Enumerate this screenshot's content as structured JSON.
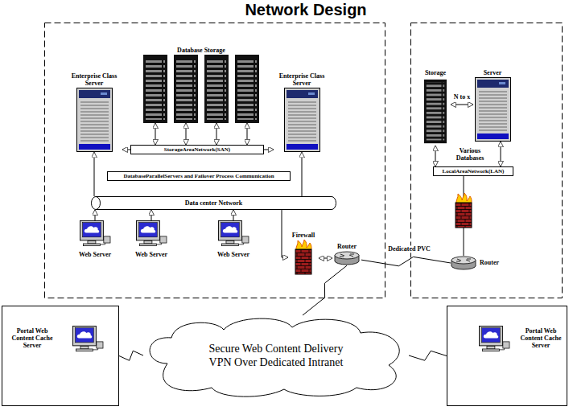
{
  "diagram": {
    "title": "Network Design",
    "nodes": [
      {
        "text": [
          "Enterprise Class Server"
        ]
      },
      {
        "text": [
          "Database Storage"
        ]
      },
      {
        "text": [
          "Enterprise Class Server"
        ]
      },
      {
        "text": [
          "StorageAreaNetwork(SAN)"
        ]
      },
      {
        "text": [
          "DatabaseParallelServers and Failover Process Communication"
        ]
      },
      {
        "text": [
          "Data center Network"
        ]
      },
      {
        "text": [
          "Web Server"
        ]
      },
      {
        "text": [
          "Web Server"
        ]
      },
      {
        "text": [
          "Web Server"
        ]
      },
      {
        "text": [
          "Firewall"
        ]
      },
      {
        "text": [
          "Router"
        ]
      },
      {
        "text": [
          "Storage"
        ]
      },
      {
        "text": [
          "Server"
        ]
      },
      {
        "text": [
          "LocalAreaNetwork(LAN)"
        ]
      },
      {
        "text": [
          "Router"
        ]
      },
      {
        "text": [
          "Secure Web Content Delivery",
          "VPN Over Dedicated Intranet"
        ]
      },
      {
        "text": [
          "Portal Web Content Cache Server"
        ]
      },
      {
        "text": [
          "Portal Web Content Cache Server"
        ]
      }
    ],
    "edges": [
      {
        "from": 1,
        "to": 3,
        "arrow": "both"
      },
      {
        "from": 1,
        "to": 3,
        "arrow": "both"
      },
      {
        "from": 1,
        "to": 3,
        "arrow": "both"
      },
      {
        "from": 1,
        "to": 3,
        "arrow": "both"
      },
      {
        "from": 3,
        "to": 0,
        "arrow": "to"
      },
      {
        "from": 3,
        "to": 2,
        "arrow": "to"
      },
      {
        "from": 5,
        "to": 0,
        "arrow": "to"
      },
      {
        "from": 5,
        "to": 2,
        "arrow": "to"
      },
      {
        "from": 6,
        "to": 5,
        "arrow": "to"
      },
      {
        "from": 7,
        "to": 5,
        "arrow": "to"
      },
      {
        "from": 8,
        "to": 5,
        "arrow": "to"
      },
      {
        "from": 5,
        "to": 9,
        "arrow": "to"
      },
      {
        "from": 9,
        "to": 10,
        "arrow": "both"
      },
      {
        "from": 10,
        "to": 14,
        "label": "Dedicated PVC",
        "arrow": "none"
      },
      {
        "from": 10,
        "to": 15,
        "arrow": "none"
      },
      {
        "from": 16,
        "to": 15,
        "arrow": "none"
      },
      {
        "from": 17,
        "to": 15,
        "arrow": "none"
      },
      {
        "from": 11,
        "to": 12,
        "label": "N to x",
        "arrow": "both"
      },
      {
        "from": 13,
        "to": 11,
        "arrow": "both"
      },
      {
        "from": 13,
        "to": 12,
        "arrow": "both"
      },
      {
        "from": 14,
        "to": 13,
        "arrow": "none"
      }
    ],
    "labels": [
      "Various Databases"
    ]
  }
}
